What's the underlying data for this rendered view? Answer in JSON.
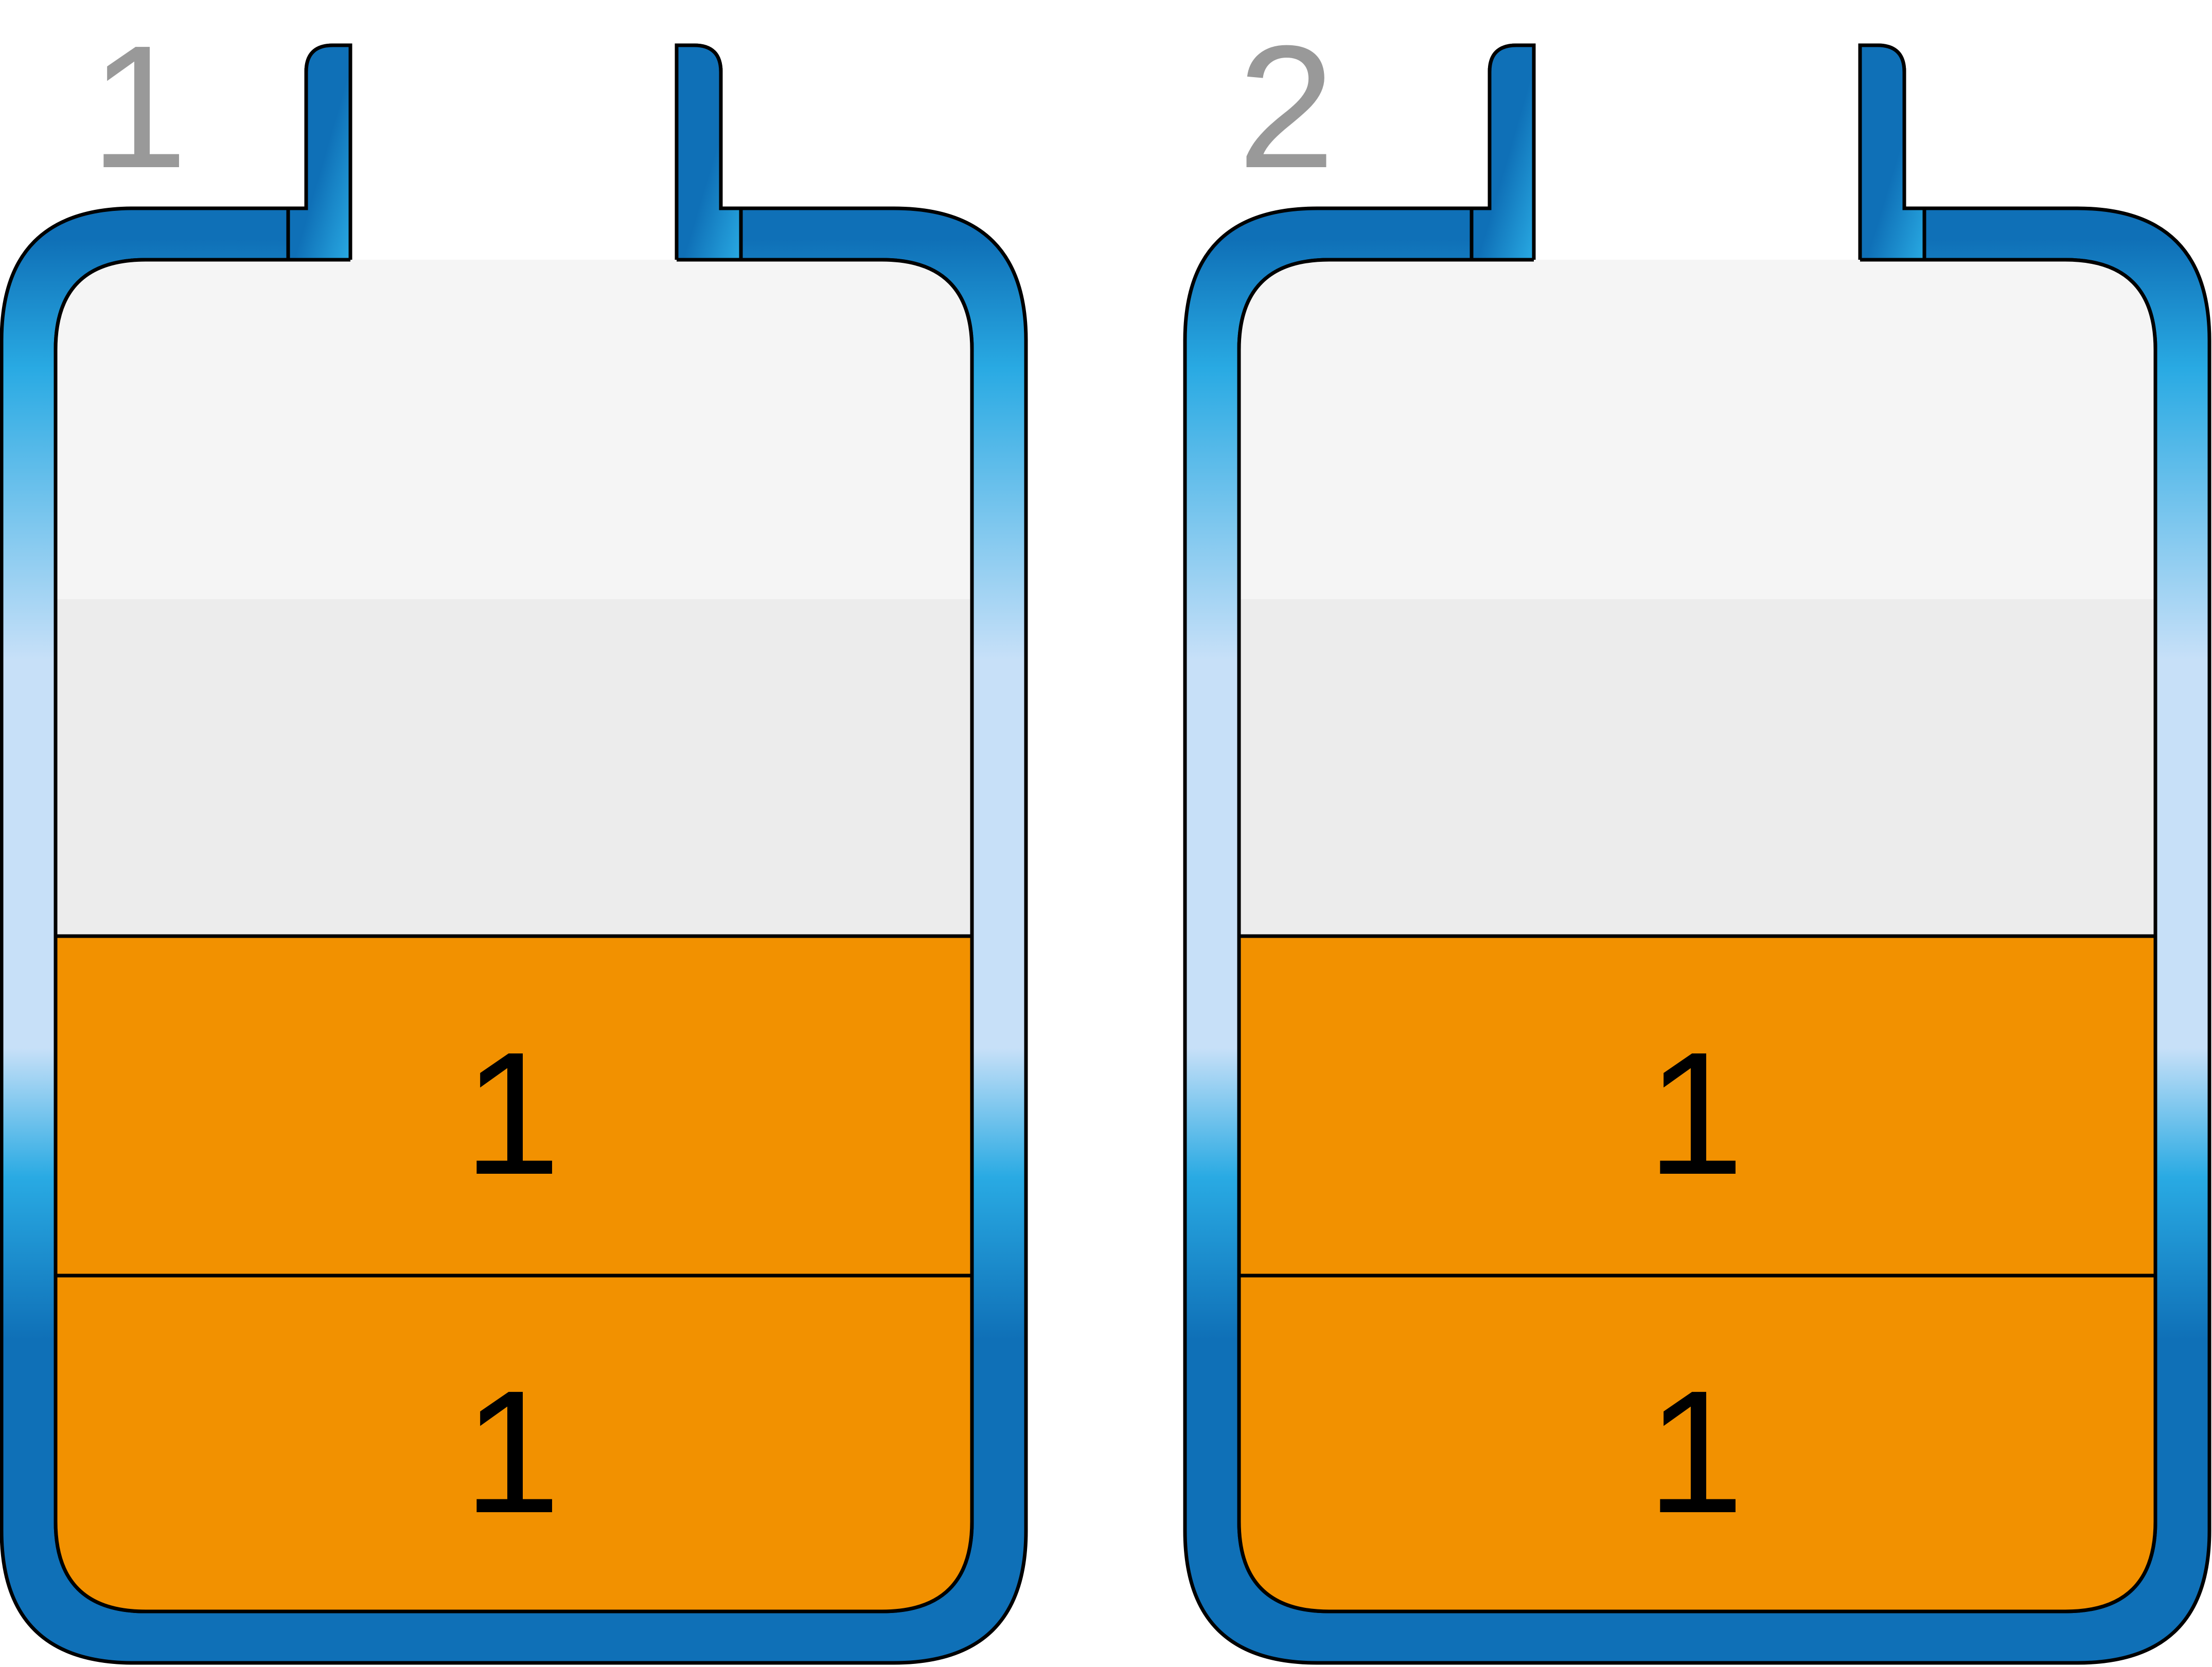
{
  "containers": [
    {
      "label": "1",
      "segments": [
        {
          "kind": "empty",
          "text": ""
        },
        {
          "kind": "empty",
          "text": ""
        },
        {
          "kind": "filled",
          "text": "1"
        },
        {
          "kind": "filled",
          "text": "1"
        }
      ]
    },
    {
      "label": "2",
      "segments": [
        {
          "kind": "empty",
          "text": ""
        },
        {
          "kind": "empty",
          "text": ""
        },
        {
          "kind": "filled",
          "text": "1"
        },
        {
          "kind": "filled",
          "text": "1"
        }
      ]
    }
  ],
  "colors": {
    "frame_dark": "#0f70b7",
    "frame_light": "#c7e0f8",
    "frame_mid": "#29aae3",
    "empty_top": "#f5f5f5",
    "empty_second": "#ececec",
    "filled": "#f29100",
    "label_gray": "#999999",
    "outline": "#000000"
  }
}
